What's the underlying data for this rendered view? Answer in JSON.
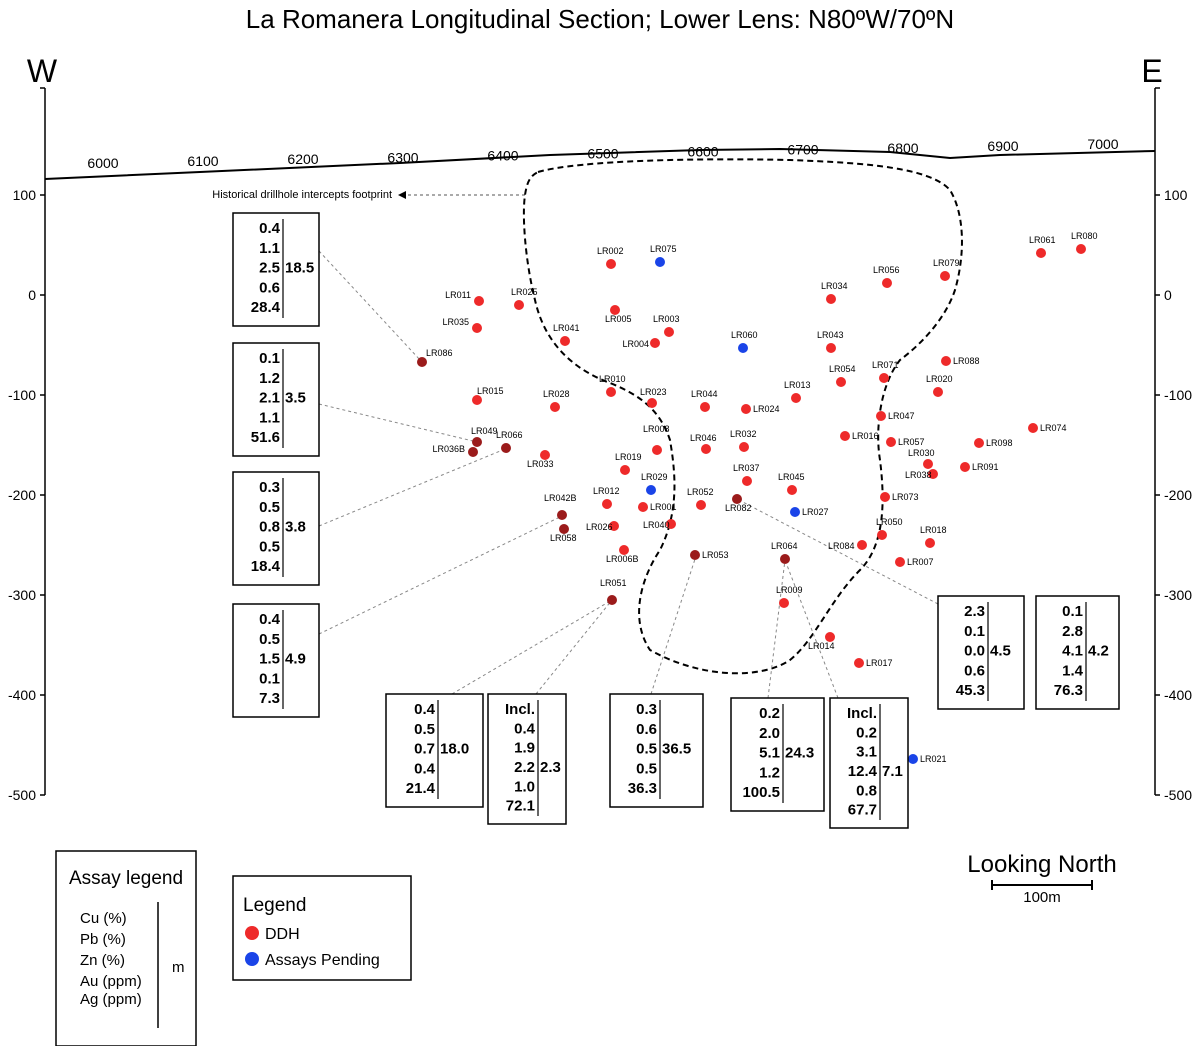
{
  "title": "La Romanera Longitudinal Section; Lower Lens: N80ºW/70ºN",
  "west_label": "W",
  "east_label": "E",
  "looking": "Looking North",
  "scale_label": "100m",
  "footprint_label": "Historical drillhole intercepts footprint",
  "x_ticks": [
    "6000",
    "6100",
    "6200",
    "6300",
    "6400",
    "6500",
    "6600",
    "6700",
    "6800",
    "6900",
    "7000"
  ],
  "y_ticks_left": [
    "100",
    "0",
    "-100",
    "-200",
    "-300",
    "-400",
    "-500"
  ],
  "y_ticks_right": [
    "100",
    "0",
    "-100",
    "-200",
    "-300",
    "-400",
    "-500"
  ],
  "colors": {
    "ddh": "#ee2a2a",
    "pending": "#1a44e8",
    "selected": "#9b1b1b"
  },
  "holes": [
    {
      "id": "LR002",
      "e": 6508,
      "z": 31,
      "type": "ddh"
    },
    {
      "id": "LR075",
      "e": 6557,
      "z": 33,
      "type": "pending"
    },
    {
      "id": "LR011",
      "e": 6376,
      "z": -6,
      "type": "ddh"
    },
    {
      "id": "LR025",
      "e": 6416,
      "z": -10,
      "type": "ddh"
    },
    {
      "id": "LR005",
      "e": 6512,
      "z": -15,
      "type": "ddh"
    },
    {
      "id": "LR003",
      "e": 6566,
      "z": -37,
      "type": "ddh"
    },
    {
      "id": "LR004",
      "e": 6552,
      "z": -48,
      "type": "ddh"
    },
    {
      "id": "LR035",
      "e": 6374,
      "z": -33,
      "type": "ddh"
    },
    {
      "id": "LR041",
      "e": 6462,
      "z": -46,
      "type": "ddh"
    },
    {
      "id": "LR060",
      "e": 6640,
      "z": -53,
      "type": "pending"
    },
    {
      "id": "LR034",
      "e": 6728,
      "z": -4,
      "type": "ddh"
    },
    {
      "id": "LR056",
      "e": 6784,
      "z": 12,
      "type": "ddh"
    },
    {
      "id": "LR079",
      "e": 6842,
      "z": 19,
      "type": "ddh"
    },
    {
      "id": "LR061",
      "e": 6938,
      "z": 42,
      "type": "ddh"
    },
    {
      "id": "LR080",
      "e": 6978,
      "z": 46,
      "type": "ddh"
    },
    {
      "id": "LR043",
      "e": 6728,
      "z": -53,
      "type": "ddh"
    },
    {
      "id": "LR086",
      "e": 6319,
      "z": -67,
      "type": "selected"
    },
    {
      "id": "LR054",
      "e": 6738,
      "z": -87,
      "type": "ddh"
    },
    {
      "id": "LR071",
      "e": 6781,
      "z": -83,
      "type": "ddh"
    },
    {
      "id": "LR088",
      "e": 6843,
      "z": -66,
      "type": "ddh"
    },
    {
      "id": "LR020",
      "e": 6835,
      "z": -97,
      "type": "ddh"
    },
    {
      "id": "LR015",
      "e": 6374,
      "z": -105,
      "type": "ddh"
    },
    {
      "id": "LR010",
      "e": 6508,
      "z": -97,
      "type": "ddh"
    },
    {
      "id": "LR028",
      "e": 6452,
      "z": -112,
      "type": "ddh"
    },
    {
      "id": "LR023",
      "e": 6549,
      "z": -108,
      "type": "ddh"
    },
    {
      "id": "LR044",
      "e": 6602,
      "z": -112,
      "type": "ddh"
    },
    {
      "id": "LR024",
      "e": 6643,
      "z": -114,
      "type": "ddh"
    },
    {
      "id": "LR013",
      "e": 6693,
      "z": -103,
      "type": "ddh"
    },
    {
      "id": "LR047",
      "e": 6778,
      "z": -121,
      "type": "ddh"
    },
    {
      "id": "LR074",
      "e": 6930,
      "z": -133,
      "type": "ddh"
    },
    {
      "id": "LR098",
      "e": 6876,
      "z": -148,
      "type": "ddh"
    },
    {
      "id": "LR049",
      "e": 6374,
      "z": -147,
      "type": "selected"
    },
    {
      "id": "LR036B",
      "e": 6370,
      "z": -157,
      "type": "selected"
    },
    {
      "id": "LR066",
      "e": 6403,
      "z": -153,
      "type": "selected"
    },
    {
      "id": "LR033",
      "e": 6442,
      "z": -160,
      "type": "ddh"
    },
    {
      "id": "LR008",
      "e": 6554,
      "z": -155,
      "type": "ddh"
    },
    {
      "id": "LR046",
      "e": 6603,
      "z": -154,
      "type": "ddh"
    },
    {
      "id": "LR032",
      "e": 6641,
      "z": -152,
      "type": "ddh"
    },
    {
      "id": "LR016",
      "e": 6742,
      "z": -141,
      "type": "ddh"
    },
    {
      "id": "LR057",
      "e": 6788,
      "z": -147,
      "type": "ddh"
    },
    {
      "id": "LR030",
      "e": 6825,
      "z": -169,
      "type": "ddh"
    },
    {
      "id": "LR038",
      "e": 6830,
      "z": -179,
      "type": "ddh"
    },
    {
      "id": "LR091",
      "e": 6862,
      "z": -172,
      "type": "ddh"
    },
    {
      "id": "LR019",
      "e": 6522,
      "z": -175,
      "type": "ddh"
    },
    {
      "id": "LR029",
      "e": 6548,
      "z": -195,
      "type": "pending"
    },
    {
      "id": "LR037",
      "e": 6644,
      "z": -186,
      "type": "ddh"
    },
    {
      "id": "LR045",
      "e": 6689,
      "z": -195,
      "type": "ddh"
    },
    {
      "id": "LR073",
      "e": 6782,
      "z": -202,
      "type": "ddh"
    },
    {
      "id": "LR012",
      "e": 6504,
      "z": -209,
      "type": "ddh"
    },
    {
      "id": "LR001",
      "e": 6540,
      "z": -212,
      "type": "ddh"
    },
    {
      "id": "LR052",
      "e": 6598,
      "z": -210,
      "type": "ddh"
    },
    {
      "id": "LR082",
      "e": 6634,
      "z": -204,
      "type": "selected"
    },
    {
      "id": "LR027",
      "e": 6692,
      "z": -217,
      "type": "pending"
    },
    {
      "id": "LR042B",
      "e": 6459,
      "z": -220,
      "type": "selected"
    },
    {
      "id": "LR058",
      "e": 6461,
      "z": -234,
      "type": "selected"
    },
    {
      "id": "LR026",
      "e": 6511,
      "z": -231,
      "type": "ddh"
    },
    {
      "id": "LR040",
      "e": 6568,
      "z": -229,
      "type": "ddh"
    },
    {
      "id": "LR050",
      "e": 6779,
      "z": -240,
      "type": "ddh"
    },
    {
      "id": "LR084",
      "e": 6759,
      "z": -250,
      "type": "ddh"
    },
    {
      "id": "LR018",
      "e": 6827,
      "z": -248,
      "type": "ddh"
    },
    {
      "id": "LR006B",
      "e": 6521,
      "z": -255,
      "type": "ddh"
    },
    {
      "id": "LR053",
      "e": 6592,
      "z": -260,
      "type": "selected"
    },
    {
      "id": "LR064",
      "e": 6682,
      "z": -264,
      "type": "selected"
    },
    {
      "id": "LR007",
      "e": 6797,
      "z": -267,
      "type": "ddh"
    },
    {
      "id": "LR051",
      "e": 6509,
      "z": -305,
      "type": "selected"
    },
    {
      "id": "LR009",
      "e": 6681,
      "z": -308,
      "type": "ddh"
    },
    {
      "id": "LR014",
      "e": 6727,
      "z": -342,
      "type": "ddh"
    },
    {
      "id": "LR017",
      "e": 6756,
      "z": -368,
      "type": "ddh"
    },
    {
      "id": "LR021",
      "e": 6810,
      "z": -464,
      "type": "pending"
    }
  ],
  "boxes": [
    {
      "id": "box-lr086",
      "rows": [
        "0.4",
        "1.1",
        "2.5",
        "0.6",
        "28.4"
      ],
      "m": "18.5"
    },
    {
      "id": "box-lr049",
      "rows": [
        "0.1",
        "1.2",
        "2.1",
        "1.1",
        "51.6"
      ],
      "m": "3.5"
    },
    {
      "id": "box-lr066",
      "rows": [
        "0.3",
        "0.5",
        "0.8",
        "0.5",
        "18.4"
      ],
      "m": "3.8"
    },
    {
      "id": "box-lr042b",
      "rows": [
        "0.4",
        "0.5",
        "1.5",
        "0.1",
        "7.3"
      ],
      "m": "4.9"
    },
    {
      "id": "box-lr051a",
      "rows": [
        "0.4",
        "0.5",
        "0.7",
        "0.4",
        "21.4"
      ],
      "m": "18.0"
    },
    {
      "id": "box-lr051b",
      "rows": [
        "Incl.",
        "0.4",
        "1.9",
        "2.2",
        "1.0",
        "72.1"
      ],
      "m": "2.3"
    },
    {
      "id": "box-lr053",
      "rows": [
        "0.3",
        "0.6",
        "0.5",
        "0.5",
        "36.3"
      ],
      "m": "36.5"
    },
    {
      "id": "box-lr064a",
      "rows": [
        "0.2",
        "2.0",
        "5.1",
        "1.2",
        "100.5"
      ],
      "m": "24.3"
    },
    {
      "id": "box-lr064b",
      "rows": [
        "Incl.",
        "0.2",
        "3.1",
        "12.4",
        "0.8",
        "67.7"
      ],
      "m": "7.1"
    },
    {
      "id": "box-lr082a",
      "rows": [
        "2.3",
        "0.1",
        "0.0",
        "0.6",
        "45.3"
      ],
      "m": "4.5"
    },
    {
      "id": "box-lr082b",
      "rows": [
        "0.1",
        "2.8",
        "4.1",
        "1.4",
        "76.3"
      ],
      "m": "4.2"
    }
  ],
  "assay_legend": {
    "title": "Assay legend",
    "items": [
      "Cu (%)",
      "Pb (%)",
      "Zn (%)",
      "Au (ppm)",
      "Ag (ppm)"
    ],
    "m": "m"
  },
  "legend": {
    "title": "Legend",
    "items": [
      {
        "label": "DDH",
        "color": "#ee2a2a"
      },
      {
        "label": "Assays Pending",
        "color": "#1a44e8"
      }
    ]
  }
}
